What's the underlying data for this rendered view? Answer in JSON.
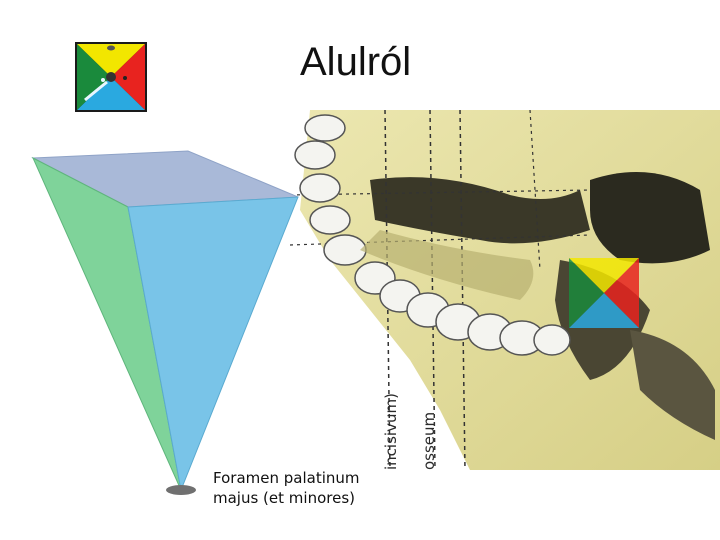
{
  "slide": {
    "title": "Alulról",
    "caption_line1": "Foramen palatinum",
    "caption_line2": "majus (et minores)",
    "skull_label_1": "incisivum)",
    "skull_label_2": "osseum"
  },
  "colors": {
    "logo_yellow": "#f2e600",
    "logo_red": "#e8231f",
    "logo_blue": "#2aa9e0",
    "logo_green": "#1a8a3c",
    "pyramid_green": "#7fd39a",
    "pyramid_blue": "#79c4e8",
    "pyramid_top": "#a9b9d8",
    "bone": "#e6e0a2"
  },
  "icons": {
    "logo": "quadrant-logo-icon",
    "overlay": "quadrant-overlay-icon"
  }
}
